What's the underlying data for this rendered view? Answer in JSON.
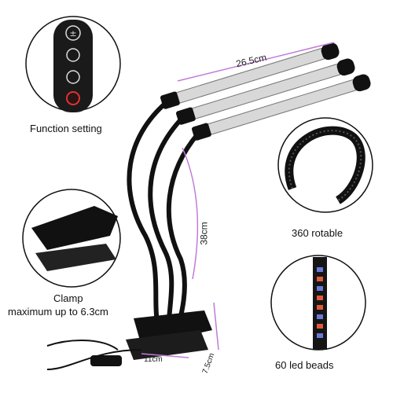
{
  "callouts": {
    "function": "Function setting",
    "rotate": "360 rotable",
    "clamp_line1": "Clamp",
    "clamp_line2": "maximum up to 6.3cm",
    "beads": "60 led beads"
  },
  "dimensions": {
    "tube_length": "26.5cm",
    "gooseneck_length": "38cm",
    "clamp_width": "11cm",
    "clamp_depth": "7.5cm"
  },
  "colors": {
    "dim_line": "#c27bd8",
    "lamp_body": "#111111",
    "led_red": "#e05a3a",
    "led_blue": "#6a78d8"
  }
}
